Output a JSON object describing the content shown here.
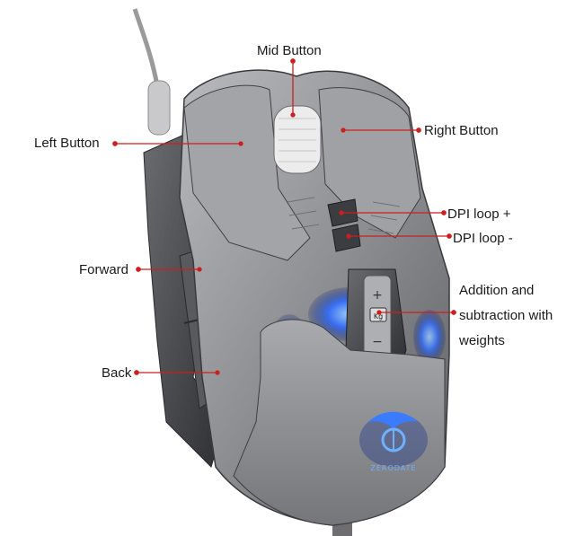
{
  "labels": {
    "mid_button": "Mid Button",
    "left_button": "Left Button",
    "right_button": "Right Button",
    "dpi_loop_plus": "DPI loop +",
    "dpi_loop_minus": "DPI loop -",
    "forward": "Forward",
    "back": "Back",
    "weights_line1": "Addition and",
    "weights_line2": "subtraction with",
    "weights_line3": "weights"
  },
  "mouse": {
    "plus_sign": "+",
    "minus_sign": "−",
    "weight_tag": "Kg",
    "logo_text": "ZERODATE"
  },
  "colors": {
    "leader_line": "#cc1f1f",
    "body_grey": "#8c8c8e",
    "dark_grey": "#4a4a4d",
    "led_blue": "#2f6bff"
  }
}
